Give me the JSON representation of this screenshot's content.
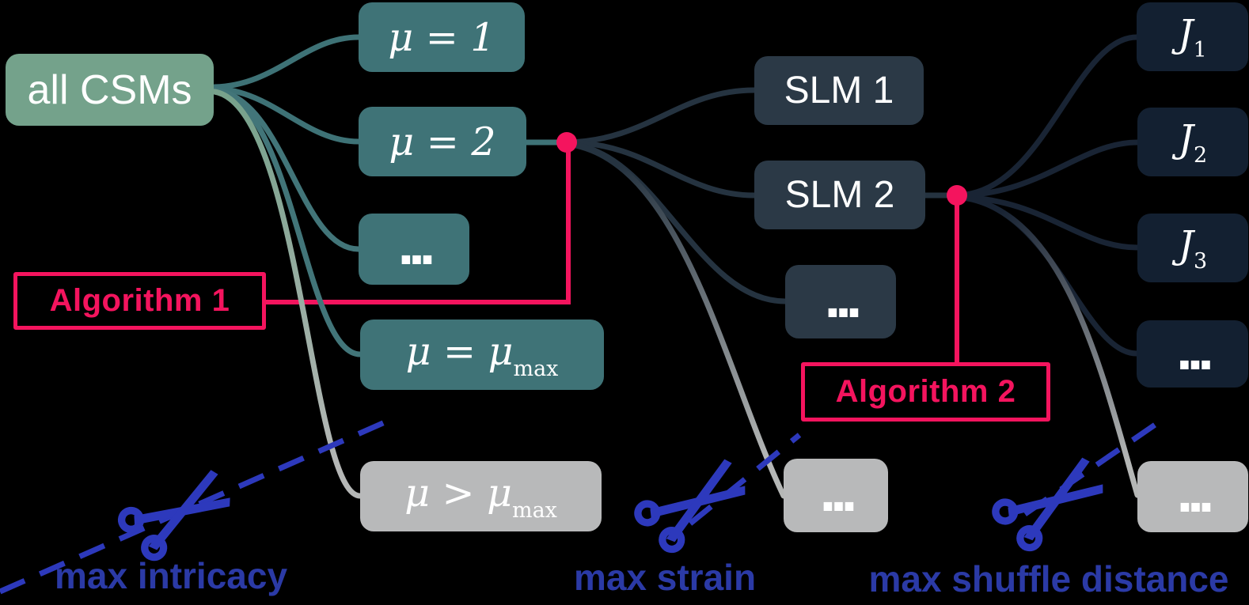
{
  "nodes": {
    "root": {
      "label": "all CSMs"
    },
    "mu1": {
      "label": "μ = 1"
    },
    "mu2": {
      "label": "μ = 2"
    },
    "mu_dots": {
      "label": "..."
    },
    "mu_max": {
      "label": "μ = μ",
      "sub": "max"
    },
    "mu_over": {
      "label": "μ > μ",
      "sub": "max",
      "state": "pruned"
    },
    "slm1": {
      "label": "SLM 1"
    },
    "slm2": {
      "label": "SLM 2"
    },
    "slm_dots": {
      "label": "..."
    },
    "slm_cut": {
      "label": "...",
      "state": "pruned"
    },
    "j1": {
      "label": "J",
      "sub": "1"
    },
    "j2": {
      "label": "J",
      "sub": "2"
    },
    "j3": {
      "label": "J",
      "sub": "3"
    },
    "j_dots": {
      "label": "..."
    },
    "j_cut": {
      "label": "...",
      "state": "pruned"
    }
  },
  "annotations": {
    "algorithm1": "Algorithm 1",
    "algorithm2": "Algorithm 2"
  },
  "cut_labels": {
    "intricacy": "max intricacy",
    "strain": "max strain",
    "shuffle": "max shuffle distance"
  },
  "icons": {
    "scissors": "✂"
  },
  "colors": {
    "background": "#000000",
    "root_green": "#74a28b",
    "level1_teal": "#3f7377",
    "level2_navy": "#2b3946",
    "level3_dark": "#132031",
    "pruned_gray": "#b8b9ba",
    "accent_pink": "#f4145e",
    "scissors_blue": "#2d39bc",
    "label_blue": "#2b3aa6"
  }
}
